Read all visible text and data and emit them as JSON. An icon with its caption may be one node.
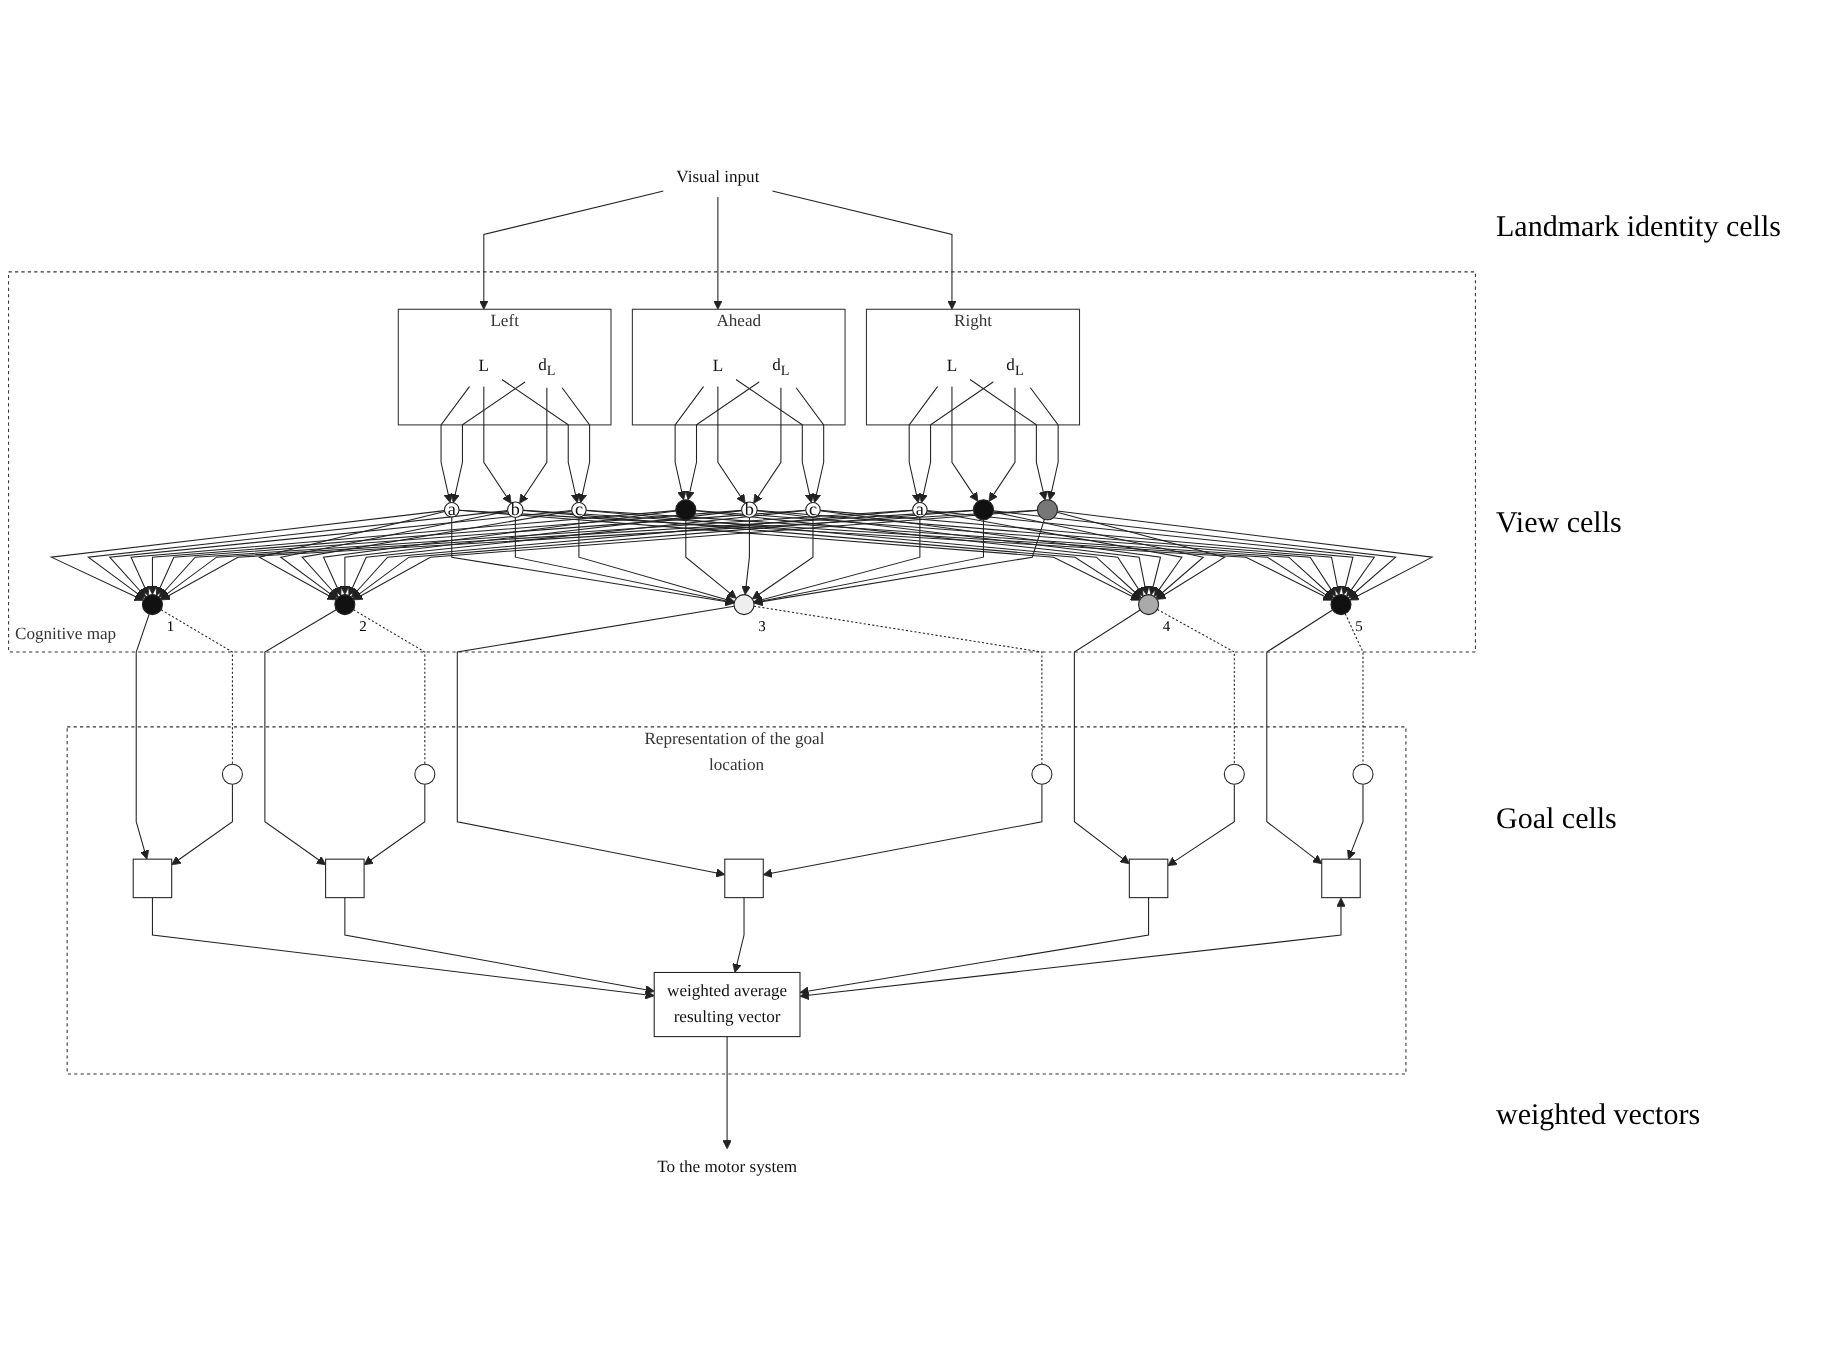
{
  "diagram": {
    "nodes": [
      {
        "text": [
          "Visual input"
        ]
      },
      {
        "text": [
          "Cognitive map"
        ]
      },
      {
        "text": [
          "Left"
        ],
        "in": 1
      },
      {
        "text": [
          "L"
        ],
        "in": 2
      },
      {
        "text": [
          "d$_{L}$"
        ],
        "in": 2
      },
      {
        "text": [
          "Ahead"
        ],
        "in": 1
      },
      {
        "text": [
          "L"
        ],
        "in": 5
      },
      {
        "text": [
          "d$_{L}$"
        ],
        "in": 5
      },
      {
        "text": [
          "Right"
        ],
        "in": 1
      },
      {
        "text": [
          "L"
        ],
        "in": 8
      },
      {
        "text": [
          "d$_{L}$"
        ],
        "in": 8
      },
      {
        "text": [
          "a"
        ],
        "in": 1
      },
      {
        "text": [
          "b"
        ],
        "in": 1
      },
      {
        "text": [
          "c"
        ],
        "in": 1
      },
      {
        "text": [],
        "shape": "circle",
        "in": 1
      },
      {
        "text": [
          "b"
        ],
        "in": 1
      },
      {
        "text": [
          "c"
        ],
        "in": 1
      },
      {
        "text": [
          "a"
        ],
        "in": 1
      },
      {
        "text": [],
        "shape": "circle",
        "in": 1
      },
      {
        "text": [],
        "shape": "circle",
        "in": 1
      },
      {
        "text": [],
        "shape": "circle",
        "beside": [
          "1"
        ],
        "in": 1
      },
      {
        "text": [],
        "shape": "circle",
        "beside": [
          "2"
        ],
        "in": 1
      },
      {
        "text": [],
        "shape": "circle",
        "beside": [
          "3"
        ],
        "in": 1
      },
      {
        "text": [],
        "shape": "circle",
        "beside": [
          "4"
        ],
        "in": 1
      },
      {
        "text": [],
        "shape": "circle",
        "beside": [
          "5"
        ],
        "in": 1
      },
      {
        "text": [
          "Representation of the goal location"
        ]
      },
      {
        "text": [],
        "shape": "circle",
        "in": 25
      },
      {
        "text": [],
        "shape": "circle",
        "in": 25
      },
      {
        "text": [],
        "shape": "circle",
        "in": 25
      },
      {
        "text": [],
        "shape": "circle",
        "in": 25
      },
      {
        "text": [],
        "shape": "circle",
        "in": 25
      },
      {
        "text": [],
        "shape": "box",
        "in": 25
      },
      {
        "text": [],
        "shape": "box",
        "in": 25
      },
      {
        "text": [],
        "shape": "box",
        "in": 25
      },
      {
        "text": [],
        "shape": "box",
        "in": 25
      },
      {
        "text": [],
        "shape": "box",
        "in": 25
      },
      {
        "text": [
          "weighted average",
          "resulting vector"
        ],
        "in": 25
      },
      {
        "text": [
          "To the motor system"
        ]
      }
    ],
    "edges": [
      {
        "from": 0,
        "to": 2,
        "arrow": "to"
      },
      {
        "from": 0,
        "to": 5,
        "arrow": "to"
      },
      {
        "from": 0,
        "to": 8,
        "arrow": "to"
      },
      {
        "from": 3,
        "to": 11,
        "arrow": "to"
      },
      {
        "from": 3,
        "to": 12,
        "arrow": "to"
      },
      {
        "from": 3,
        "to": 13,
        "arrow": "to"
      },
      {
        "from": 4,
        "to": 11,
        "arrow": "to"
      },
      {
        "from": 4,
        "to": 12,
        "arrow": "to"
      },
      {
        "from": 4,
        "to": 13,
        "arrow": "to"
      },
      {
        "from": 6,
        "to": 14,
        "arrow": "to"
      },
      {
        "from": 6,
        "to": 15,
        "arrow": "to"
      },
      {
        "from": 6,
        "to": 16,
        "arrow": "to"
      },
      {
        "from": 7,
        "to": 14,
        "arrow": "to"
      },
      {
        "from": 7,
        "to": 15,
        "arrow": "to"
      },
      {
        "from": 7,
        "to": 16,
        "arrow": "to"
      },
      {
        "from": 9,
        "to": 17,
        "arrow": "to"
      },
      {
        "from": 9,
        "to": 18,
        "arrow": "to"
      },
      {
        "from": 9,
        "to": 19,
        "arrow": "to"
      },
      {
        "from": 10,
        "to": 17,
        "arrow": "to"
      },
      {
        "from": 10,
        "to": 18,
        "arrow": "to"
      },
      {
        "from": 10,
        "to": 19,
        "arrow": "to"
      },
      {
        "from": 11,
        "to": 20,
        "arrow": "to"
      },
      {
        "from": 11,
        "to": 21,
        "arrow": "to"
      },
      {
        "from": 11,
        "to": 22,
        "arrow": "to"
      },
      {
        "from": 11,
        "to": 23,
        "arrow": "to"
      },
      {
        "from": 11,
        "to": 24,
        "arrow": "to"
      },
      {
        "from": 12,
        "to": 20,
        "arrow": "to"
      },
      {
        "from": 12,
        "to": 21,
        "arrow": "to"
      },
      {
        "from": 12,
        "to": 22,
        "arrow": "to"
      },
      {
        "from": 12,
        "to": 23,
        "arrow": "to"
      },
      {
        "from": 12,
        "to": 24,
        "arrow": "to"
      },
      {
        "from": 13,
        "to": 20,
        "arrow": "to"
      },
      {
        "from": 13,
        "to": 21,
        "arrow": "to"
      },
      {
        "from": 13,
        "to": 22,
        "arrow": "to"
      },
      {
        "from": 13,
        "to": 23,
        "arrow": "to"
      },
      {
        "from": 13,
        "to": 24,
        "arrow": "to"
      },
      {
        "from": 14,
        "to": 20,
        "arrow": "to"
      },
      {
        "from": 14,
        "to": 21,
        "arrow": "to"
      },
      {
        "from": 14,
        "to": 22,
        "arrow": "to"
      },
      {
        "from": 14,
        "to": 23,
        "arrow": "to"
      },
      {
        "from": 14,
        "to": 24,
        "arrow": "to"
      },
      {
        "from": 15,
        "to": 20,
        "arrow": "to"
      },
      {
        "from": 15,
        "to": 21,
        "arrow": "to"
      },
      {
        "from": 15,
        "to": 22,
        "arrow": "to"
      },
      {
        "from": 15,
        "to": 23,
        "arrow": "to"
      },
      {
        "from": 15,
        "to": 24,
        "arrow": "to"
      },
      {
        "from": 16,
        "to": 20,
        "arrow": "to"
      },
      {
        "from": 16,
        "to": 21,
        "arrow": "to"
      },
      {
        "from": 16,
        "to": 22,
        "arrow": "to"
      },
      {
        "from": 16,
        "to": 23,
        "arrow": "to"
      },
      {
        "from": 16,
        "to": 24,
        "arrow": "to"
      },
      {
        "from": 17,
        "to": 20,
        "arrow": "to"
      },
      {
        "from": 17,
        "to": 21,
        "arrow": "to"
      },
      {
        "from": 17,
        "to": 22,
        "arrow": "to"
      },
      {
        "from": 17,
        "to": 23,
        "arrow": "to"
      },
      {
        "from": 17,
        "to": 24,
        "arrow": "to"
      },
      {
        "from": 18,
        "to": 20,
        "arrow": "to"
      },
      {
        "from": 18,
        "to": 21,
        "arrow": "to"
      },
      {
        "from": 18,
        "to": 22,
        "arrow": "to"
      },
      {
        "from": 18,
        "to": 23,
        "arrow": "to"
      },
      {
        "from": 18,
        "to": 24,
        "arrow": "to"
      },
      {
        "from": 19,
        "to": 20,
        "arrow": "to"
      },
      {
        "from": 19,
        "to": 21,
        "arrow": "to"
      },
      {
        "from": 19,
        "to": 22,
        "arrow": "to"
      },
      {
        "from": 19,
        "to": 23,
        "arrow": "to"
      },
      {
        "from": 19,
        "to": 24,
        "arrow": "to"
      },
      {
        "from": 20,
        "to": 26,
        "arrow": "none",
        "style": "dashed"
      },
      {
        "from": 21,
        "to": 27,
        "arrow": "none",
        "style": "dashed"
      },
      {
        "from": 22,
        "to": 28,
        "arrow": "none",
        "style": "dashed"
      },
      {
        "from": 23,
        "to": 29,
        "arrow": "none",
        "style": "dashed"
      },
      {
        "from": 24,
        "to": 30,
        "arrow": "none",
        "style": "dashed"
      },
      {
        "from": 20,
        "to": 31,
        "arrow": "to"
      },
      {
        "from": 21,
        "to": 32,
        "arrow": "to"
      },
      {
        "from": 22,
        "to": 33,
        "arrow": "to"
      },
      {
        "from": 23,
        "to": 34,
        "arrow": "to"
      },
      {
        "from": 24,
        "to": 35,
        "arrow": "to"
      },
      {
        "from": 26,
        "to": 31,
        "arrow": "to"
      },
      {
        "from": 27,
        "to": 32,
        "arrow": "to"
      },
      {
        "from": 28,
        "to": 33,
        "arrow": "to"
      },
      {
        "from": 29,
        "to": 34,
        "arrow": "to"
      },
      {
        "from": 30,
        "to": 35,
        "arrow": "to"
      },
      {
        "from": 31,
        "to": 36,
        "arrow": "to"
      },
      {
        "from": 32,
        "to": 36,
        "arrow": "to"
      },
      {
        "from": 33,
        "to": 36,
        "arrow": "to"
      },
      {
        "from": 34,
        "to": 36,
        "arrow": "to"
      },
      {
        "from": 35,
        "to": 36,
        "arrow": "both"
      },
      {
        "from": 36,
        "to": 37,
        "arrow": "to"
      }
    ],
    "labels": [
      "Landmark identity cells",
      "View cells",
      "Goal cells",
      "weighted vectors"
    ]
  }
}
